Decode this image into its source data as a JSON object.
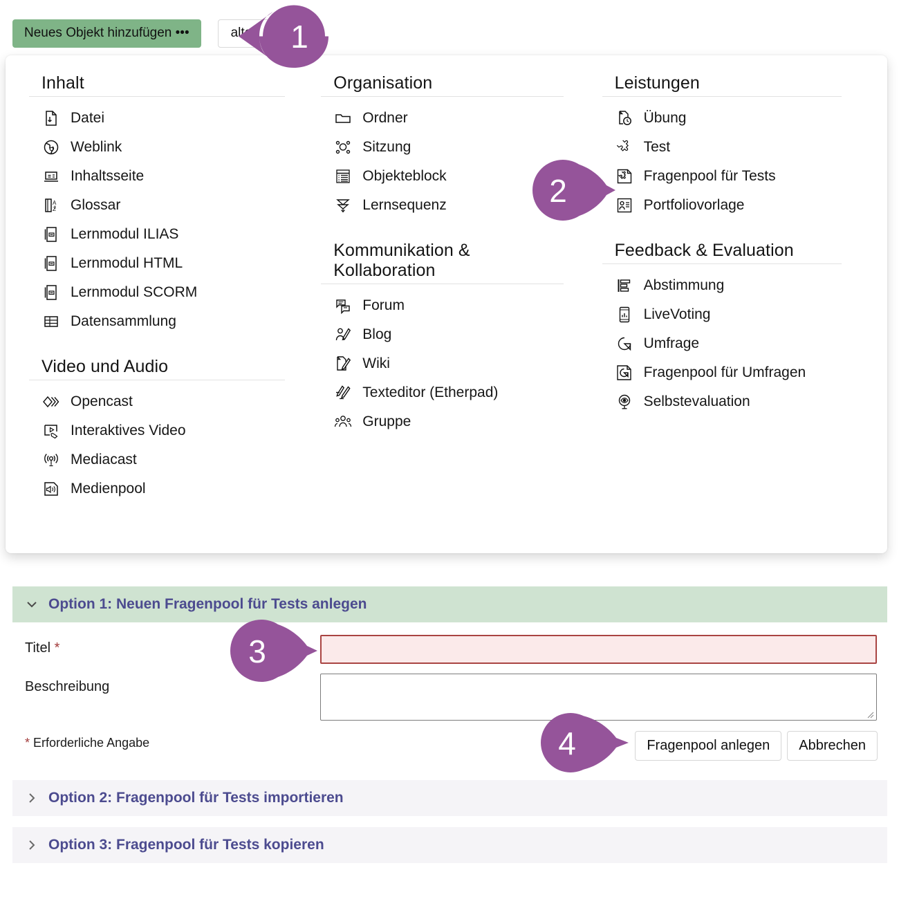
{
  "toolbar": {
    "add_button_label": "Neues Objekt hinzufügen •••",
    "manage_button_label": "alten"
  },
  "colors": {
    "add_button_bg": "#7fb487",
    "marker_purple": "#95549a",
    "accordion_open_bg": "#cfe3d1",
    "accordion_closed_bg": "#f5f4f7",
    "accordion_title_text": "#4c4b8f",
    "required_field_border": "#a94442",
    "required_field_bg": "#fbeaea",
    "required_star": "#a23b3b"
  },
  "dropdown": {
    "columns": [
      {
        "groups": [
          {
            "title": "Inhalt",
            "items": [
              {
                "label": "Datei",
                "icon": "file-download-icon"
              },
              {
                "label": "Weblink",
                "icon": "globe-link-icon"
              },
              {
                "label": "Inhaltsseite",
                "icon": "content-page-icon"
              },
              {
                "label": "Glossar",
                "icon": "glossary-az-icon"
              },
              {
                "label": "Lernmodul ILIAS",
                "icon": "learning-module-icon"
              },
              {
                "label": "Lernmodul HTML",
                "icon": "learning-module-icon"
              },
              {
                "label": "Lernmodul SCORM",
                "icon": "learning-module-icon"
              },
              {
                "label": "Datensammlung",
                "icon": "data-table-icon"
              }
            ]
          },
          {
            "title": "Video und Audio",
            "items": [
              {
                "label": "Opencast",
                "icon": "opencast-diamond-icon"
              },
              {
                "label": "Interaktives Video",
                "icon": "interactive-video-icon"
              },
              {
                "label": "Mediacast",
                "icon": "mediacast-broadcast-icon"
              },
              {
                "label": "Medienpool",
                "icon": "mediapool-speaker-icon"
              }
            ]
          }
        ]
      },
      {
        "groups": [
          {
            "title": "Organisation",
            "items": [
              {
                "label": "Ordner",
                "icon": "folder-icon"
              },
              {
                "label": "Sitzung",
                "icon": "session-nodes-icon"
              },
              {
                "label": "Objekteblock",
                "icon": "object-block-icon"
              },
              {
                "label": "Lernsequenz",
                "icon": "learning-sequence-icon"
              }
            ]
          },
          {
            "title": "Kommunikation & Kollaboration",
            "items": [
              {
                "label": "Forum",
                "icon": "forum-bubbles-icon"
              },
              {
                "label": "Blog",
                "icon": "blog-pencil-icon"
              },
              {
                "label": "Wiki",
                "icon": "wiki-page-pencil-icon"
              },
              {
                "label": "Texteditor (Etherpad)",
                "icon": "etherpad-pencil-icon"
              },
              {
                "label": "Gruppe",
                "icon": "group-people-icon"
              }
            ]
          }
        ]
      },
      {
        "groups": [
          {
            "title": "Leistungen",
            "items": [
              {
                "label": "Übung",
                "icon": "exercise-clock-icon"
              },
              {
                "label": "Test",
                "icon": "test-puzzle-icon"
              },
              {
                "label": "Fragenpool für Tests",
                "icon": "question-pool-test-icon"
              },
              {
                "label": "Portfoliovorlage",
                "icon": "portfolio-template-icon"
              }
            ]
          },
          {
            "title": "Feedback & Evaluation",
            "items": [
              {
                "label": "Abstimmung",
                "icon": "poll-bars-icon"
              },
              {
                "label": "LiveVoting",
                "icon": "livevoting-phone-icon"
              },
              {
                "label": "Umfrage",
                "icon": "survey-pie-icon"
              },
              {
                "label": "Fragenpool für Umfragen",
                "icon": "question-pool-survey-icon"
              },
              {
                "label": "Selbstevaluation",
                "icon": "self-evaluation-eye-icon"
              }
            ]
          }
        ]
      }
    ]
  },
  "form": {
    "option1": {
      "title": "Option 1: Neuen Fragenpool für Tests anlegen",
      "fields": {
        "title_label": "Titel",
        "title_required_mark": "*",
        "title_value": "",
        "description_label": "Beschreibung",
        "description_value": ""
      },
      "required_hint_star": "*",
      "required_hint_text": "Erforderliche Angabe",
      "submit_label": "Fragenpool anlegen",
      "cancel_label": "Abbrechen"
    },
    "option2": {
      "title": "Option 2: Fragenpool für Tests importieren"
    },
    "option3": {
      "title": "Option 3: Fragenpool für Tests kopieren"
    }
  },
  "markers": [
    {
      "number": "1"
    },
    {
      "number": "2"
    },
    {
      "number": "3"
    },
    {
      "number": "4"
    }
  ]
}
